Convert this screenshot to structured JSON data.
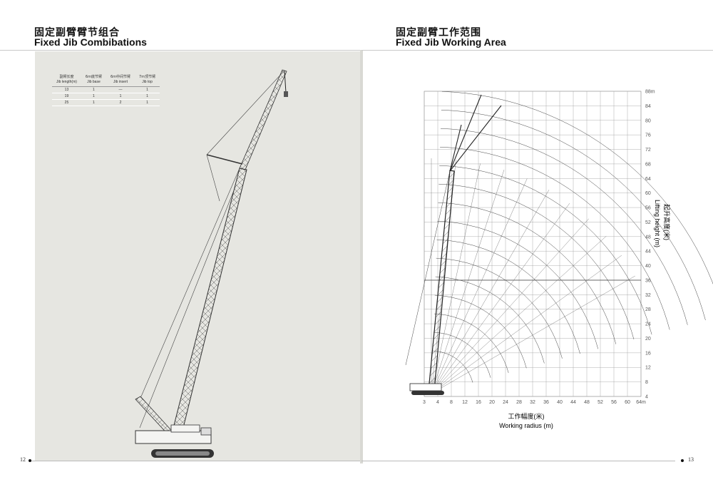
{
  "left_page": {
    "title_cn": "固定副臂臂节组合",
    "title_en": "Fixed Jib Combibations",
    "page_number": "12",
    "table": {
      "headers": [
        {
          "cn": "副臂长度",
          "en": "Jib length(m)"
        },
        {
          "cn": "6m底节臂",
          "en": "Jib base"
        },
        {
          "cn": "6m中间节臂",
          "en": "Jib insert"
        },
        {
          "cn": "7m顶节臂",
          "en": "Jib top"
        }
      ],
      "rows": [
        [
          "13",
          "1",
          "—",
          "1"
        ],
        [
          "19",
          "1",
          "1",
          "1"
        ],
        [
          "25",
          "1",
          "2",
          "1"
        ]
      ]
    }
  },
  "right_page": {
    "title_cn": "固定副臂工作范围",
    "title_en": "Fixed Jib Working Area",
    "page_number": "13",
    "chart": {
      "x_axis_cn": "工作幅度(米)",
      "x_axis_en": "Working radius (m)",
      "y_axis_cn": "起升高度(米)",
      "y_axis_en": "Lifting height (m)",
      "x_ticks": [
        "3",
        "4",
        "8",
        "12",
        "16",
        "20",
        "24",
        "28",
        "32",
        "36",
        "40",
        "44",
        "48",
        "52",
        "56",
        "60",
        "64m"
      ],
      "y_ticks": [
        "88m",
        "84",
        "80",
        "76",
        "72",
        "68",
        "64",
        "60",
        "56",
        "52",
        "48",
        "44",
        "40",
        "36",
        "32",
        "28",
        "24",
        "20",
        "16",
        "12",
        "8",
        "4"
      ]
    }
  },
  "colors": {
    "panel": "#e6e6e1",
    "grid": "#9a9a9a",
    "line": "#222222"
  }
}
